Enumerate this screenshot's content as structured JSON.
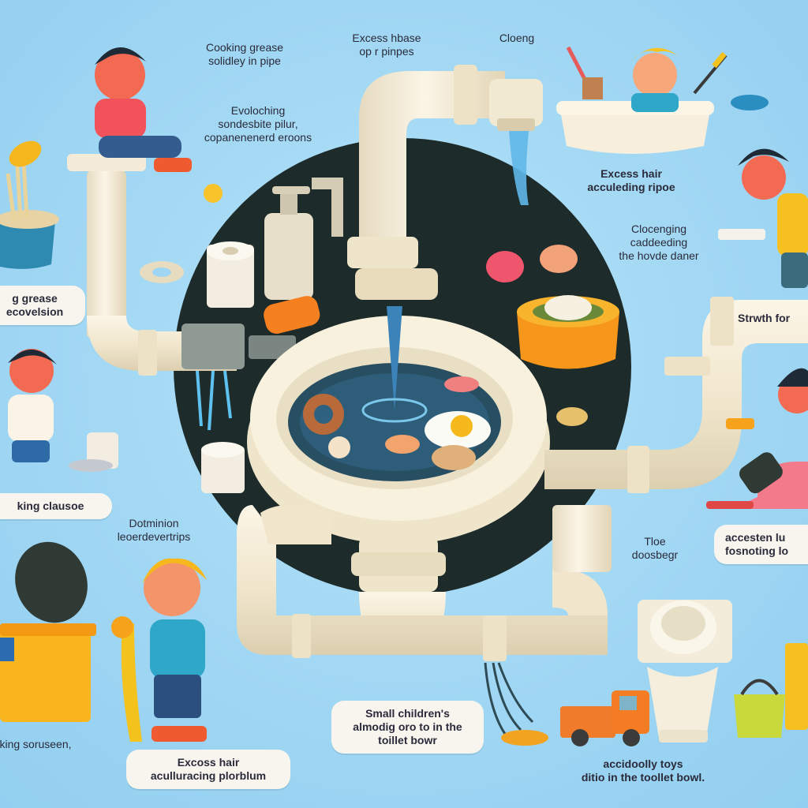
{
  "labels": {
    "grease_pipe": [
      "Cooking grease",
      "solidley in pipe"
    ],
    "excess_base": [
      "Excess hbase",
      "op r pinpes"
    ],
    "cloeng": [
      "Cloeng"
    ],
    "evolotching": [
      "Evoloching",
      "sondesbite pilur,",
      "copanenenerd eroons"
    ],
    "hair_pipe": [
      "Excess hair",
      "acculeding ripoe"
    ],
    "cleaning": [
      "Clocenging",
      "caddeeding",
      "the hovde daner"
    ],
    "grease_left": [
      "g grease",
      "ecovelsion"
    ],
    "strwth": [
      "Strwth for"
    ],
    "king_clause": [
      "king clausoe"
    ],
    "dotmin": [
      "Dotminion",
      "leoerdevertrips"
    ],
    "accesten": [
      "accesten lu",
      "fosnoting lo"
    ],
    "tloe": [
      "Tloe",
      "doosbegr"
    ],
    "soruseen": [
      "king soruseen,"
    ],
    "small_children": [
      "Small children's",
      "almodig oro to in the",
      "toillet bowr"
    ],
    "excess_hair_bottom": [
      "Excoss hair",
      "aculluracing plorblum"
    ],
    "accidentally": [
      "accidoolly toys",
      "ditio in the toollet bowl."
    ]
  },
  "icons": [
    "sink",
    "faucet",
    "drain-pipe",
    "toilet",
    "toilet-paper-roll",
    "soap-dispenser",
    "pot",
    "bathtub",
    "toy-truck",
    "bucket",
    "trash-bin",
    "hairbrush",
    "fried-egg",
    "cap",
    "child"
  ],
  "colors": {
    "background": "#9fd8f4",
    "pipe": "#f3ead3",
    "circle": "#1d2b2b",
    "water": "#3b83b8",
    "orange": "#f6a21a",
    "child_shirt_red": "#f0555a",
    "child_shirt_blue": "#2ea7c9"
  }
}
